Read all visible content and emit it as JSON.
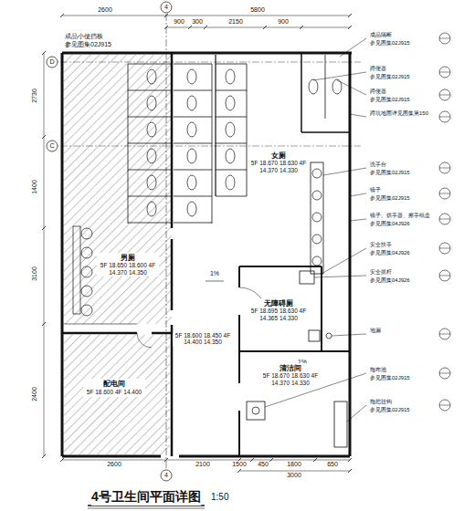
{
  "diagram": {
    "title": "4号卫生间平面详图",
    "nodes": [
      {
        "text": [
          "男厕",
          "5F 18.650 18.600 4F 14.370 14.350"
        ]
      },
      {
        "text": [
          "女厕",
          "5F 18.670 18.630 4F 14.370 14.330"
        ]
      },
      {
        "text": [
          "无障碍厕",
          "5F 18.695 18.630 4F 14.365 14.330"
        ]
      },
      {
        "text": [
          "配电间",
          "5F 18.600 4F 14.400"
        ]
      },
      {
        "text": [
          "清洁间",
          "5F 18.670 18.630 4F 14.370 14.330"
        ]
      }
    ],
    "labels": [
      "2600",
      "5800",
      "900",
      "300",
      "2150",
      "900",
      "2730",
      "1400",
      "3100",
      "2400",
      "D",
      "C",
      "4",
      "4",
      "2600",
      "2100",
      "1500",
      "450",
      "1800",
      "650",
      "3000",
      "1:50",
      "5F 18.600 18.450 4F 14.400 14.350",
      "1%",
      "1%",
      "成品小便挡板",
      "参见图集02J915",
      "成品隔断",
      "参见图集02J915",
      "蹲便器",
      "参见图集02J915",
      "蹲便器",
      "参见图集02J915",
      "蹲坑地面详见图集第150",
      "洗手台",
      "参见图集02J915",
      "镜子",
      "参见图集02J915",
      "镜子、烘手器、擦手纸盒",
      "参见图集04J926",
      "安全扶手",
      "参见图集04J926",
      "安全抓杆",
      "参见图集04J926",
      "地漏",
      "拖布池",
      "参见图集02J915",
      "拖把挂钩",
      "参见图集02J915"
    ]
  }
}
